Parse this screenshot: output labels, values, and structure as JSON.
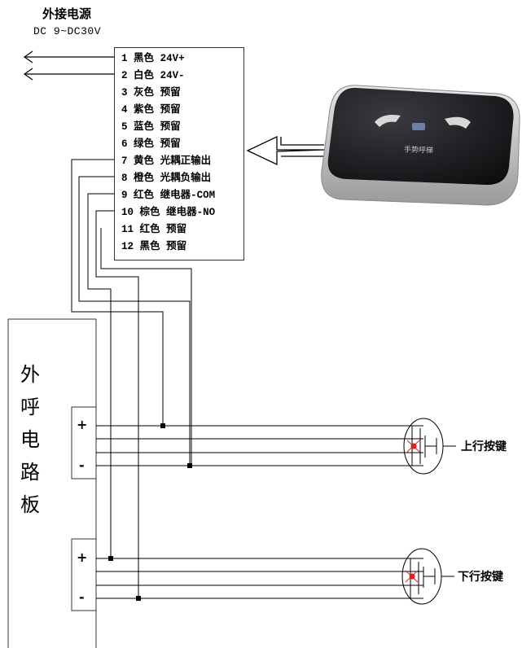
{
  "power": {
    "title": "外接电源",
    "range": "DC 9~DC30V"
  },
  "wires": [
    {
      "no": "1",
      "color": "黑色",
      "function": "24V+"
    },
    {
      "no": "2",
      "color": "白色",
      "function": "24V-"
    },
    {
      "no": "3",
      "color": "灰色",
      "function": "预留"
    },
    {
      "no": "4",
      "color": "紫色",
      "function": "预留"
    },
    {
      "no": "5",
      "color": "蓝色",
      "function": "预留"
    },
    {
      "no": "6",
      "color": "绿色",
      "function": "预留"
    },
    {
      "no": "7",
      "color": "黄色",
      "function": "光耦正输出"
    },
    {
      "no": "8",
      "color": "橙色",
      "function": "光耦负输出"
    },
    {
      "no": "9",
      "color": "红色",
      "function": "继电器-COM"
    },
    {
      "no": "10",
      "color": "棕色",
      "function": "继电器-NO"
    },
    {
      "no": "11",
      "color": "红色",
      "function": "预留"
    },
    {
      "no": "12",
      "color": "黑色",
      "function": "预留"
    }
  ],
  "device": {
    "label": "手势呼梯"
  },
  "board": {
    "title_chars": [
      "外",
      "呼",
      "电",
      "路",
      "板"
    ]
  },
  "terminals": {
    "plus": "+",
    "minus": "-"
  },
  "buttons": {
    "up_label": "上行按键",
    "down_label": "下行按键"
  },
  "colors": {
    "line": "#000000",
    "junction": "#000000",
    "switch_dot": "#e02020",
    "device_body": "#1b1b1d",
    "device_rim": "#c9c9c9"
  }
}
